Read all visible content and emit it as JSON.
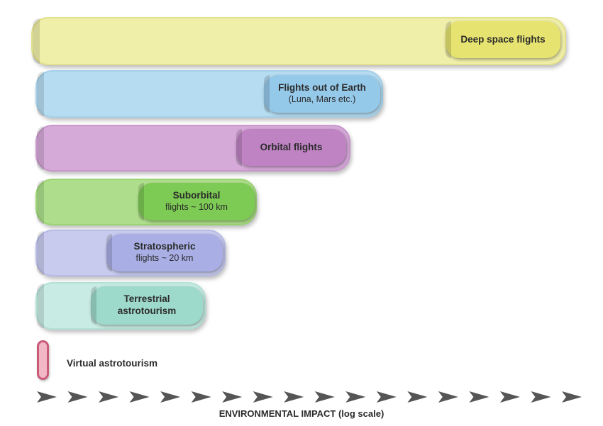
{
  "levels": [
    {
      "id": "deep",
      "lines": [
        "Deep space flights"
      ],
      "sub": ""
    },
    {
      "id": "out",
      "lines": [
        "Flights out of Earth"
      ],
      "sub": "(Luna, Mars etc.)"
    },
    {
      "id": "orb",
      "lines": [
        "Orbital flights"
      ],
      "sub": ""
    },
    {
      "id": "sub",
      "lines": [
        "Suborbital"
      ],
      "sub": "flights ~ 100 km"
    },
    {
      "id": "str",
      "lines": [
        "Stratospheric"
      ],
      "sub": "flights ~ 20 km"
    },
    {
      "id": "ter",
      "lines": [
        "Terrestrial",
        "astrotourism"
      ],
      "sub": ""
    }
  ],
  "virtual_label": "Virtual astrotourism",
  "axis_label": "ENVIRONMENTAL IMPACT (log scale)",
  "arrow_count": 18,
  "arrow_color": "#555555"
}
